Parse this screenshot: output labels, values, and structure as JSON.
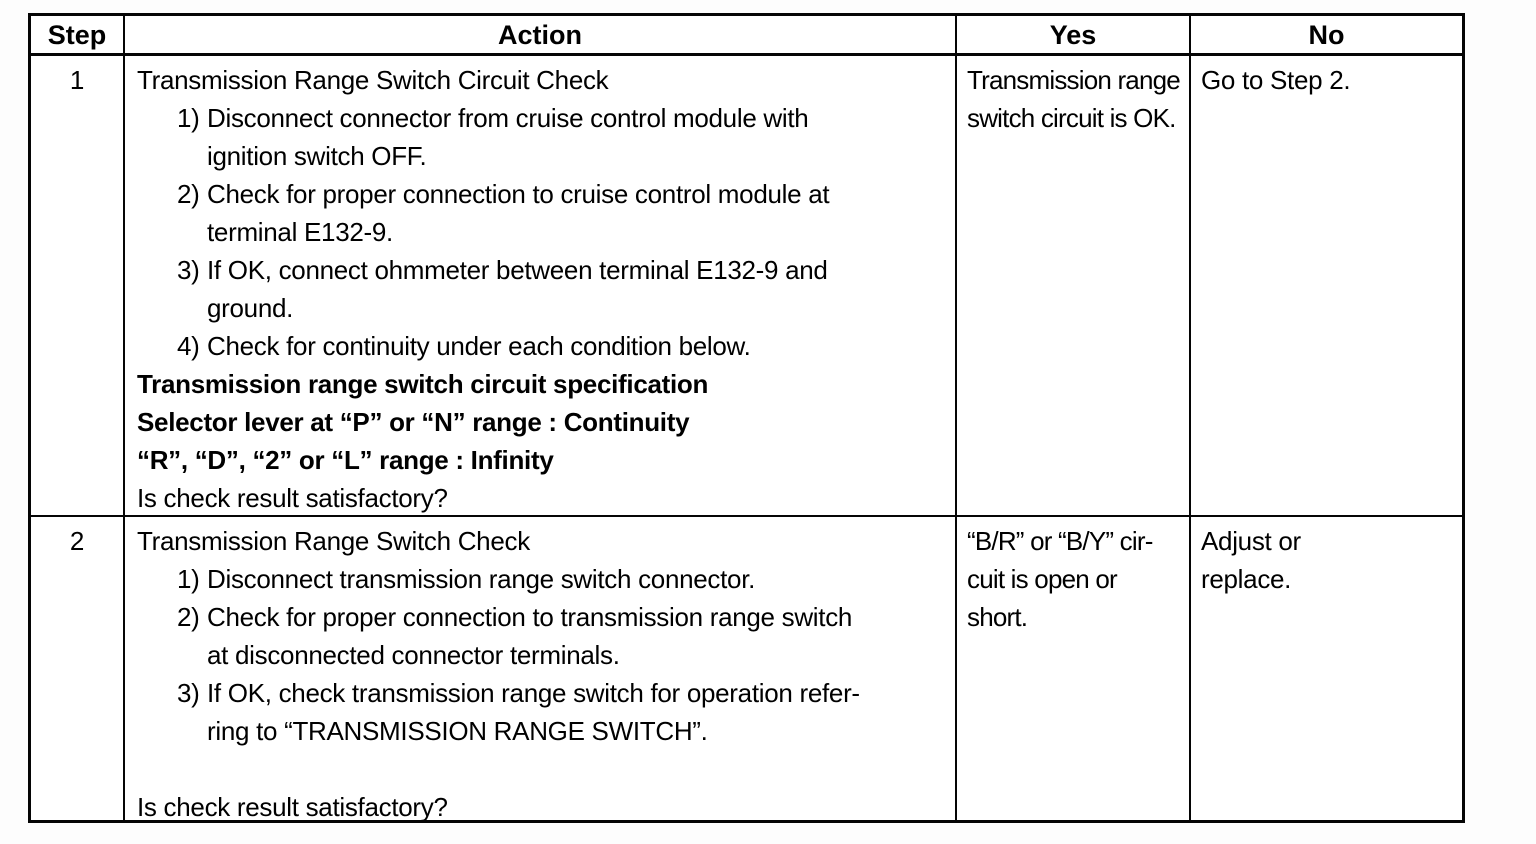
{
  "table": {
    "headers": {
      "step": "Step",
      "action": "Action",
      "yes": "Yes",
      "no": "No"
    },
    "rows": [
      {
        "step": "1",
        "action": {
          "title": "Transmission Range Switch Circuit Check",
          "items": [
            {
              "num": "1)",
              "text": "Disconnect connector from cruise control module with\nignition switch OFF."
            },
            {
              "num": "2)",
              "text": "Check for proper connection to cruise control module at\nterminal E132-9."
            },
            {
              "num": "3)",
              "text": "If OK, connect ohmmeter between terminal E132-9 and\nground."
            },
            {
              "num": "4)",
              "text": "Check for continuity under each condition below."
            }
          ],
          "spec_lines": [
            "Transmission range switch circuit specification",
            "Selector lever at “P” or “N” range : Continuity",
            "“R”, “D”, “2” or “L” range : Infinity"
          ],
          "question": "Is check result satisfactory?"
        },
        "yes": "Transmission range\nswitch circuit is OK.",
        "no": "Go to Step 2."
      },
      {
        "step": "2",
        "action": {
          "title": "Transmission Range Switch Check",
          "items": [
            {
              "num": "1)",
              "text": "Disconnect transmission range switch connector."
            },
            {
              "num": "2)",
              "text": "Check for proper connection to transmission range switch\nat disconnected connector terminals."
            },
            {
              "num": "3)",
              "text": "If OK, check transmission range switch for operation refer-\nring to “TRANSMISSION RANGE SWITCH”."
            }
          ],
          "question": "Is check result satisfactory?"
        },
        "yes": "“B/R” or “B/Y” cir-\ncuit is open or\nshort.",
        "no": "Adjust or\nreplace."
      }
    ]
  }
}
